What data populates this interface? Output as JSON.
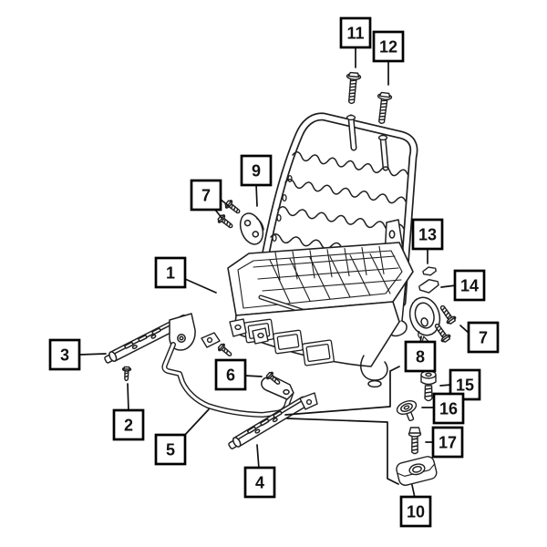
{
  "diagram": {
    "type": "exploded-parts-diagram",
    "subject": "vehicle seat frame, seat tracks and mounting hardware",
    "callouts": [
      {
        "label": "11"
      },
      {
        "label": "12"
      },
      {
        "label": "9"
      },
      {
        "label": "7"
      },
      {
        "label": "1"
      },
      {
        "label": "13"
      },
      {
        "label": "14"
      },
      {
        "label": "7"
      },
      {
        "label": "3"
      },
      {
        "label": "8"
      },
      {
        "label": "6"
      },
      {
        "label": "2"
      },
      {
        "label": "15"
      },
      {
        "label": "16"
      },
      {
        "label": "5"
      },
      {
        "label": "17"
      },
      {
        "label": "4"
      },
      {
        "label": "10"
      }
    ]
  },
  "colors": {
    "background": "#ffffff",
    "line": "#1f1f1f",
    "callout_border": "#000000",
    "callout_text": "#111111"
  }
}
